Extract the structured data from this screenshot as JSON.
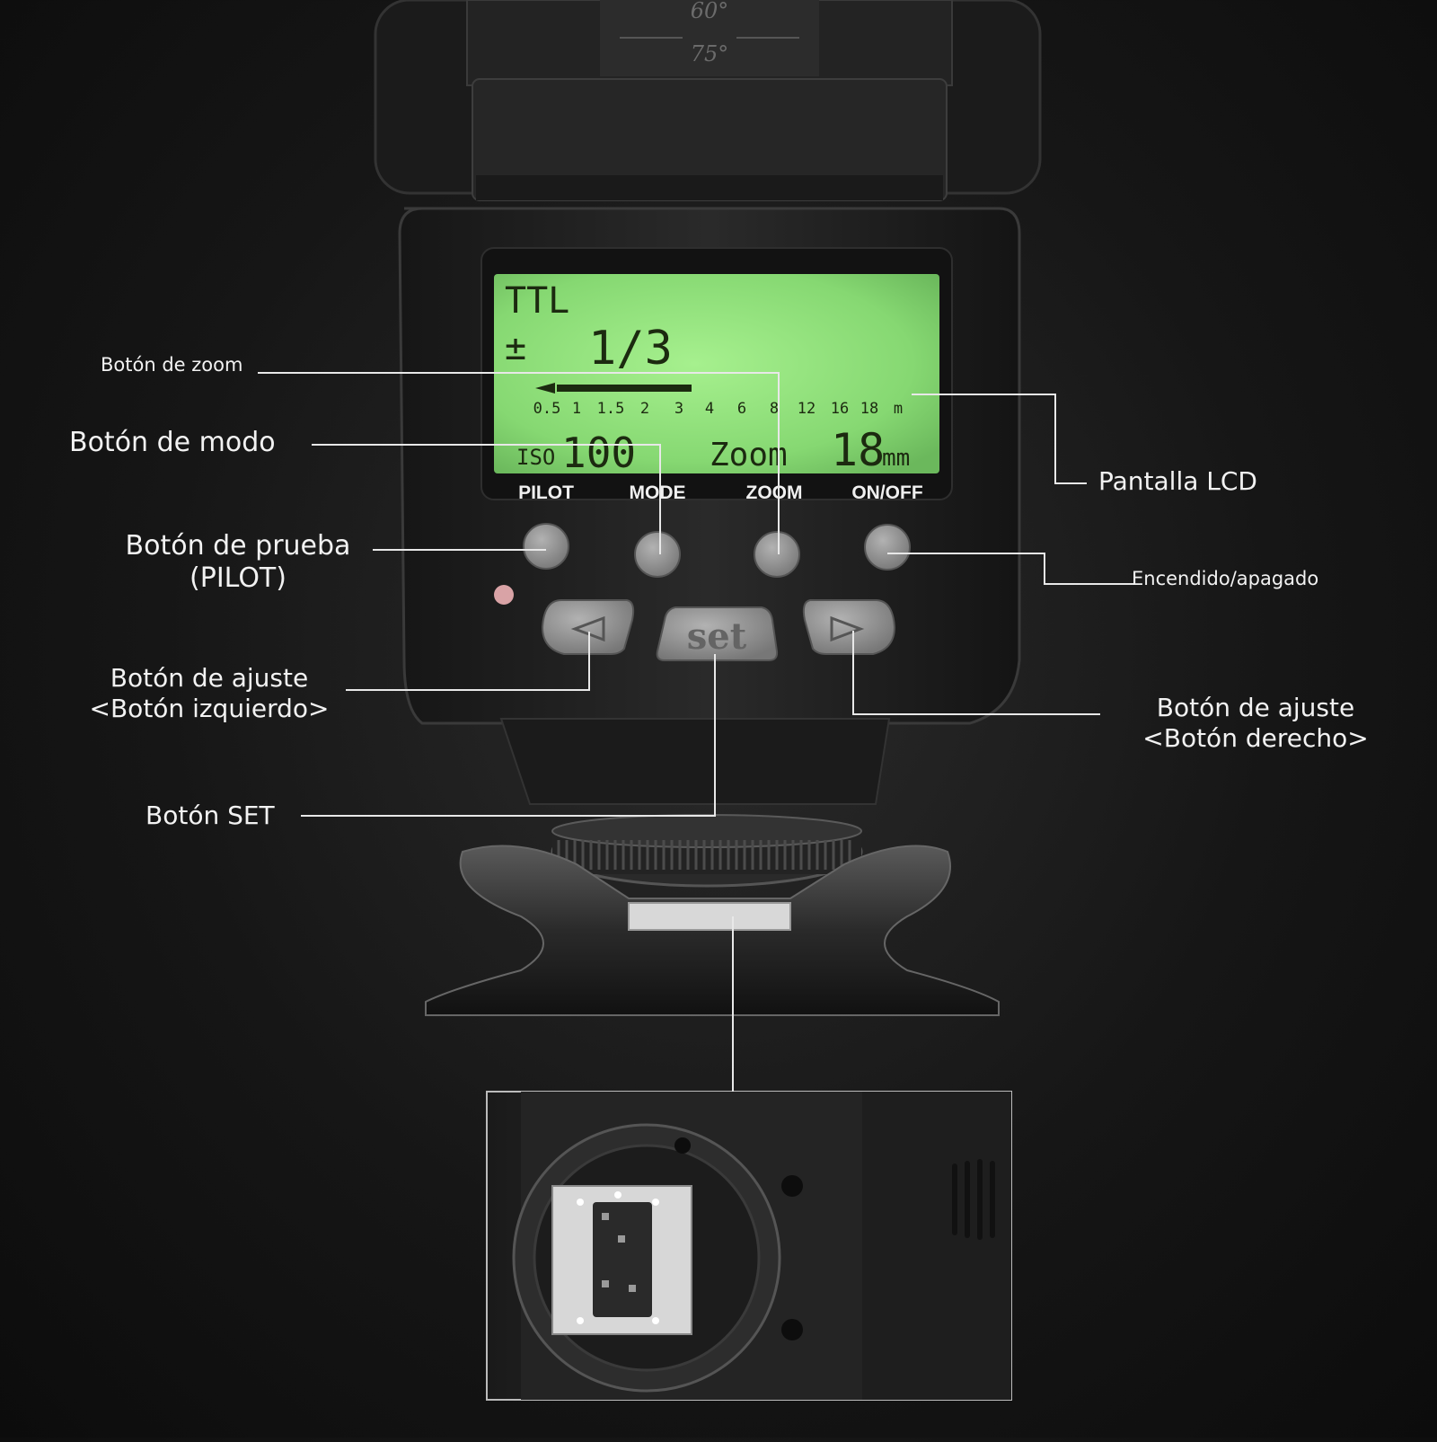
{
  "lcd": {
    "mode": "TTL",
    "fraction": "1/3",
    "scale": [
      "0.5",
      "1",
      "1.5",
      "2",
      "3",
      "4",
      "6",
      "8",
      "12",
      "16",
      "18",
      "m"
    ],
    "iso_label": "ISO",
    "iso_value": "100",
    "zoom_label": "Zoom",
    "zoom_value": "18",
    "zoom_unit": "mm"
  },
  "flash_buttons": {
    "pilot": "PILOT",
    "mode": "MODE",
    "zoom": "ZOOM",
    "onoff": "ON/OFF",
    "set": "set"
  },
  "callouts": {
    "zoom_button": "Botón de zoom",
    "mode_button": "Botón de modo",
    "test_button_line1": "Botón de prueba",
    "test_button_line2": "(PILOT)",
    "adjust_left_line1": "Botón de ajuste",
    "adjust_left_line2": "<Botón izquierdo>",
    "set_button": "Botón SET",
    "lcd_screen": "Pantalla LCD",
    "power": "Encendido/apagado",
    "adjust_right_line1": "Botón de ajuste",
    "adjust_right_line2": "<Botón derecho>"
  },
  "head_marks": {
    "angle_60": "60°",
    "angle_75": "75°"
  },
  "colors": {
    "lcd_green": "#8fe07a",
    "body": "#1e1e1e",
    "button_gray": "#8e8e8e",
    "leader_line": "#e8e8e8"
  }
}
